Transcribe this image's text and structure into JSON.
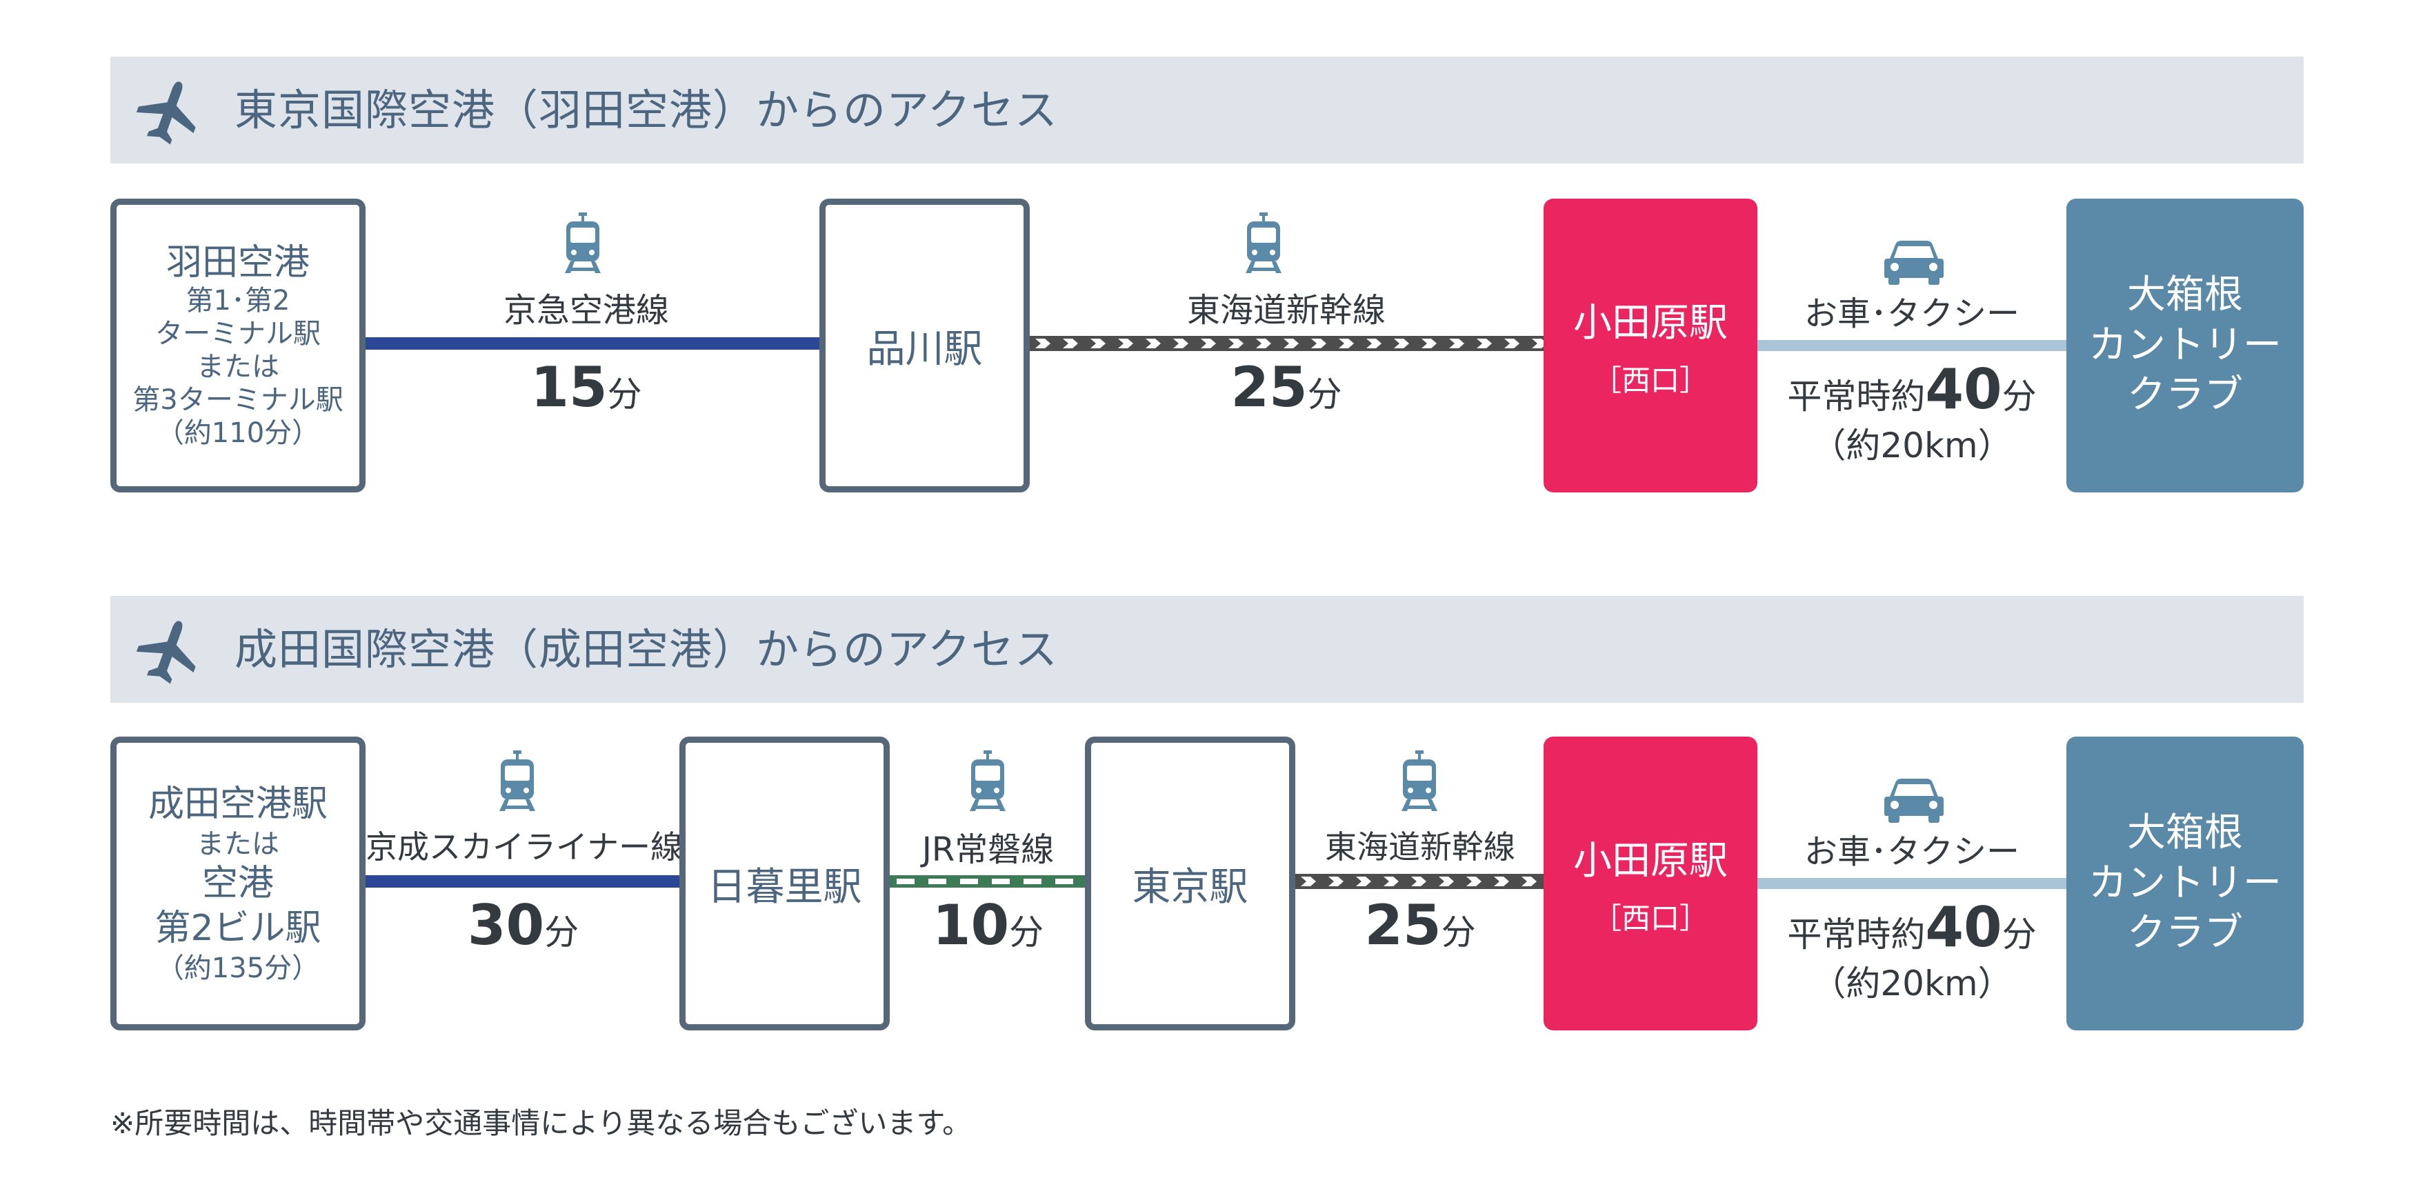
{
  "sections": [
    {
      "title": "東京国際空港（羽田空港）からのアクセス",
      "origin": {
        "line1": "羽田空港",
        "line2": "第1･第2",
        "line3": "ターミナル駅",
        "line4": "または",
        "line5": "第3ターミナル駅",
        "line6": "（約110分）"
      },
      "legs": [
        {
          "line_name": "京急空港線",
          "minutes": "15",
          "unit": "分"
        },
        {
          "line_name": "東海道新幹線",
          "minutes": "25",
          "unit": "分"
        },
        {
          "line_name": "お車･タクシー",
          "prefix": "平常時約",
          "minutes": "40",
          "unit": "分",
          "distance": "（約20km）"
        }
      ],
      "stations": [
        {
          "name": "品川駅"
        },
        {
          "name": "小田原駅",
          "sub": "［西口］"
        }
      ],
      "destination": {
        "line1": "大箱根",
        "line2": "カントリー",
        "line3": "クラブ"
      }
    },
    {
      "title": "成田国際空港（成田空港）からのアクセス",
      "origin": {
        "line1": "成田空港駅",
        "line2": "または",
        "line3": "空港",
        "line4": "第2ビル駅",
        "line5": "（約135分）"
      },
      "legs": [
        {
          "line_name": "京成スカイライナー線",
          "minutes": "30",
          "unit": "分"
        },
        {
          "line_name": "JR常磐線",
          "minutes": "10",
          "unit": "分"
        },
        {
          "line_name": "東海道新幹線",
          "minutes": "25",
          "unit": "分"
        },
        {
          "line_name": "お車･タクシー",
          "prefix": "平常時約",
          "minutes": "40",
          "unit": "分",
          "distance": "（約20km）"
        }
      ],
      "stations": [
        {
          "name": "日暮里駅"
        },
        {
          "name": "東京駅"
        },
        {
          "name": "小田原駅",
          "sub": "［西口］"
        }
      ],
      "destination": {
        "line1": "大箱根",
        "line2": "カントリー",
        "line3": "クラブ"
      }
    }
  ],
  "footnote": "※所要時間は、時間帯や交通事情により異なる場合もございます。",
  "colors": {
    "header_bg": "#dfe4eb",
    "header_text": "#4c6680",
    "box_border": "#56677a",
    "odawara_red": "#eb2560",
    "destination_blue": "#5b89a8",
    "keikyu_line": "#2d4797",
    "car_line": "#a8c4d6",
    "joban_line": "#3d7a56",
    "shinkansen_line": "#4d4d4d"
  },
  "icons": {
    "header": "airplane-icon",
    "rail": "train-icon",
    "car": "car-icon"
  }
}
